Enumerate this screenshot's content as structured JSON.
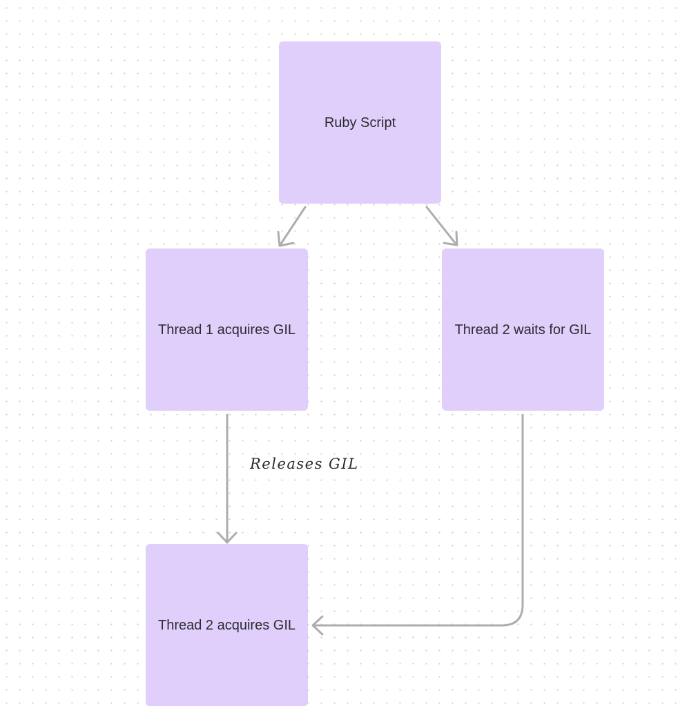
{
  "diagram": {
    "nodes": [
      {
        "id": "ruby-script",
        "label": "Ruby Script"
      },
      {
        "id": "thread1-acquires",
        "label": "Thread 1 acquires GIL"
      },
      {
        "id": "thread2-waits",
        "label": "Thread 2 waits for GIL"
      },
      {
        "id": "thread2-acquires",
        "label": "Thread 2 acquires GIL"
      }
    ],
    "edges": [
      {
        "from": "ruby-script",
        "to": "thread1-acquires",
        "label": ""
      },
      {
        "from": "ruby-script",
        "to": "thread2-waits",
        "label": ""
      },
      {
        "from": "thread1-acquires",
        "to": "thread2-acquires",
        "label": "Releases GIL"
      },
      {
        "from": "thread2-waits",
        "to": "thread2-acquires",
        "label": ""
      }
    ]
  },
  "colors": {
    "node_fill": "#e0cffa",
    "connector": "#adadad",
    "text": "#2b2b33"
  }
}
